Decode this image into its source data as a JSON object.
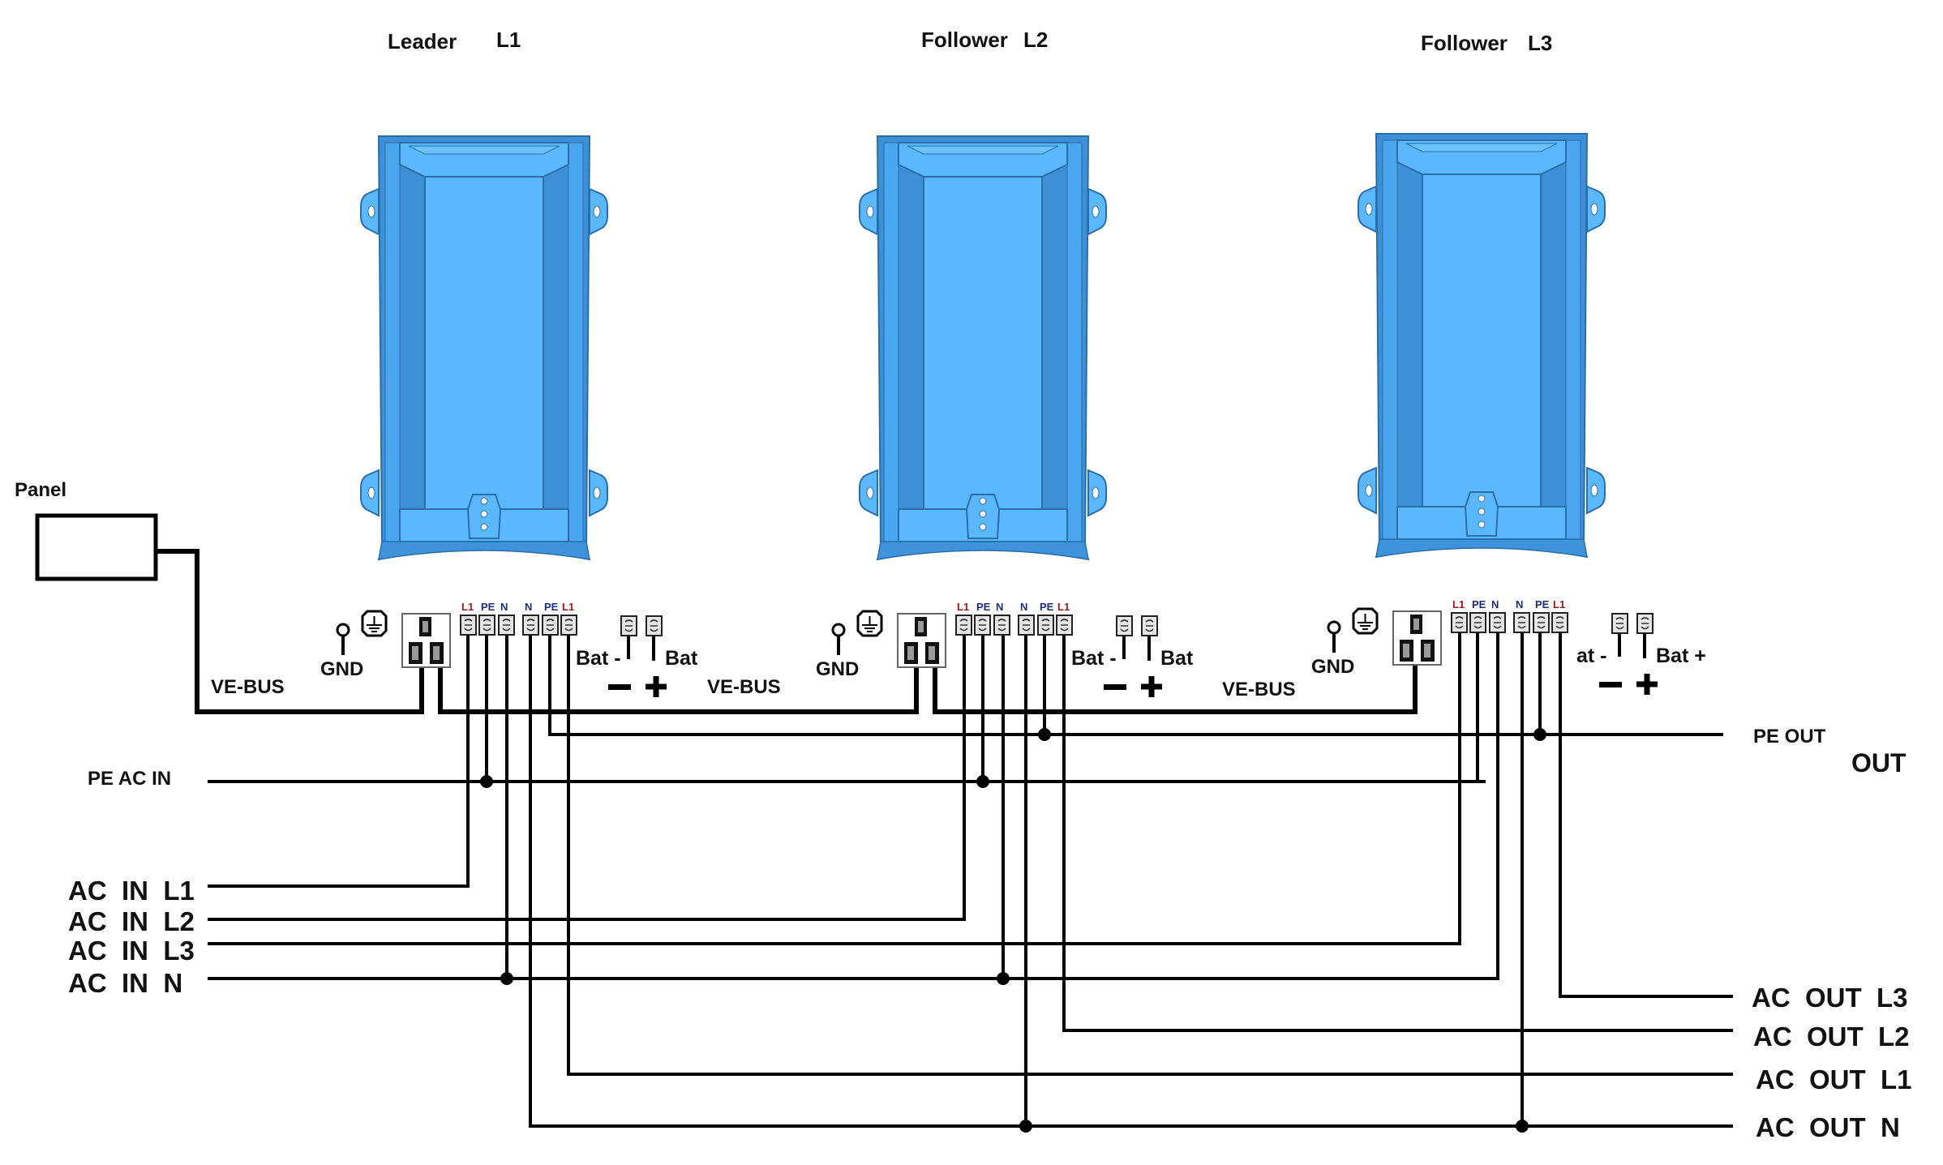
{
  "title": "Three-phase parallel wiring diagram",
  "colors": {
    "device_body": "#5bb8ff",
    "device_shade": "#3d8fd6",
    "device_edge": "#2a6ea8",
    "wire": "#000000",
    "terminal_label_red": "#9a1b1b",
    "terminal_label_blue": "#1c2d7a"
  },
  "panel": {
    "label": "Panel"
  },
  "devices": [
    {
      "role": "Leader",
      "phase": "L1"
    },
    {
      "role": "Follower",
      "phase": "L2"
    },
    {
      "role": "Follower",
      "phase": "L3"
    }
  ],
  "device_terminals": {
    "gnd_label": "GND",
    "ground_icon": "protective-earth-icon",
    "ac_in_labels": [
      "L1",
      "PE",
      "N"
    ],
    "ac_out_labels": [
      "N",
      "PE",
      "L1"
    ],
    "battery": [
      {
        "neg_label": "Bat -",
        "pos_label": "Bat",
        "minus": "−",
        "plus": "+"
      },
      {
        "neg_label": "Bat -",
        "pos_label": "Bat",
        "minus": "−",
        "plus": "+"
      },
      {
        "neg_label": "at -",
        "pos_label": "Bat +",
        "minus": "−",
        "plus": "+"
      }
    ]
  },
  "bus_labels": [
    "VE-BUS",
    "VE-BUS",
    "VE-BUS"
  ],
  "inputs": {
    "pe": "PE AC IN",
    "lines": [
      "AC  IN  L1",
      "AC  IN  L2",
      "AC  IN  L3",
      "AC  IN  N"
    ]
  },
  "outputs": {
    "pe": "PE OUT",
    "group": "OUT",
    "lines": [
      "AC  OUT  L3",
      "AC  OUT  L2",
      "AC  OUT  L1",
      "AC  OUT  N"
    ]
  }
}
